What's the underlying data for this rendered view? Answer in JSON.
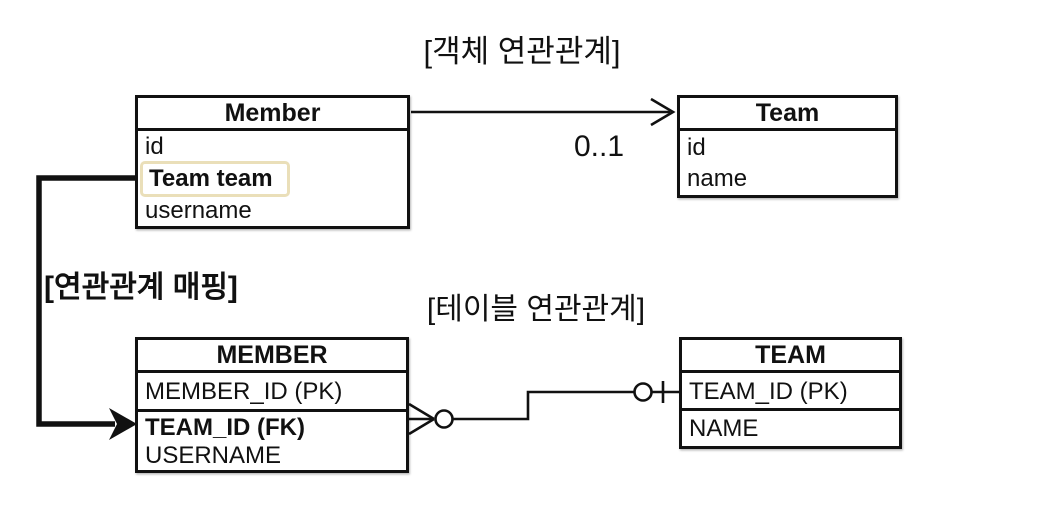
{
  "labels": {
    "object_relation_title": "[객체 연관관계]",
    "mapping_title": "[연관관계 매핑]",
    "table_relation_title": "[테이블 연관관계]",
    "multiplicity": "0..1"
  },
  "object_diagram": {
    "member_class": {
      "title": "Member",
      "fields": [
        "id",
        "Team team",
        "username"
      ],
      "highlighted_field": "Team team"
    },
    "team_class": {
      "title": "Team",
      "fields": [
        "id",
        "name"
      ]
    }
  },
  "table_diagram": {
    "member_table": {
      "title": "MEMBER",
      "columns": [
        "MEMBER_ID (PK)",
        "TEAM_ID (FK)",
        "USERNAME"
      ],
      "primary_key": "MEMBER_ID (PK)",
      "foreign_key": "TEAM_ID (FK)"
    },
    "team_table": {
      "title": "TEAM",
      "columns": [
        "TEAM_ID (PK)",
        "NAME"
      ],
      "primary_key": "TEAM_ID (PK)"
    }
  },
  "connectors": {
    "object_association": {
      "from": "Member",
      "to": "Team",
      "multiplicity": "0..1",
      "style": "open-arrow"
    },
    "mapping_arrow": {
      "from": "Team team",
      "to": "TEAM_ID (FK)",
      "style": "thick-solid-arrow"
    },
    "table_association": {
      "from": "MEMBER",
      "to": "TEAM",
      "style": "crow-foot-many-to-zero-or-one"
    }
  },
  "colors": {
    "line": "#111111",
    "text": "#111111",
    "highlight_border": "#eadfb9",
    "background": "#ffffff"
  }
}
